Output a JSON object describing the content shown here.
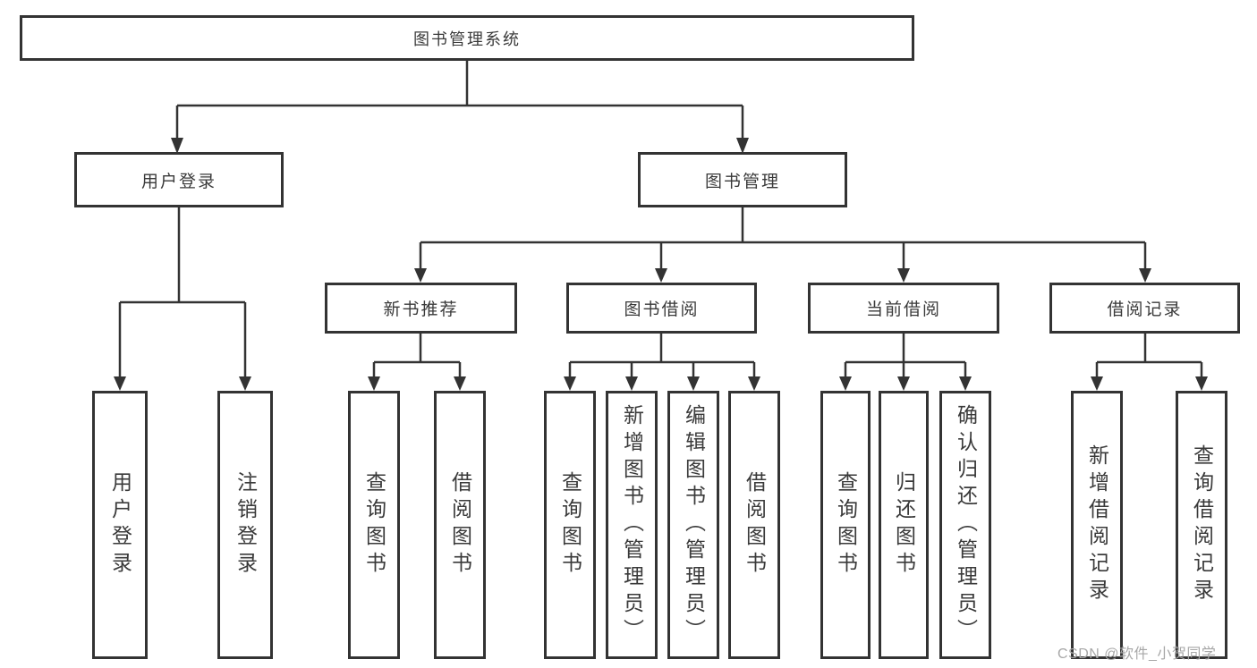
{
  "diagram": {
    "root": "图书管理系统",
    "level2": {
      "user_login": "用户登录",
      "book_management": "图书管理"
    },
    "level3": {
      "new_book_recommend": "新书推荐",
      "book_borrow": "图书借阅",
      "current_borrow": "当前借阅",
      "borrow_record": "借阅记录"
    },
    "leaves": {
      "user_login": "用户登录",
      "logout_login": "注销登录",
      "recommend_query_books": "查询图书",
      "recommend_borrow_books": "借阅图书",
      "borrow_query_books": "查询图书",
      "borrow_add_books": "新增图书（管理员）",
      "borrow_edit_books": "编辑图书（管理员）",
      "borrow_borrow_books": "借阅图书",
      "current_query_books": "查询图书",
      "current_return_books": "归还图书",
      "current_confirm_return": "确认归还（管理员）",
      "record_add_borrow": "新增借阅记录",
      "record_query_borrow": "查询借阅记录"
    }
  },
  "watermark": "CSDN @软件_小贺同学",
  "colors": {
    "line": "#333333",
    "text": "#3a3a3a",
    "watermark": "#a7a7a7"
  }
}
